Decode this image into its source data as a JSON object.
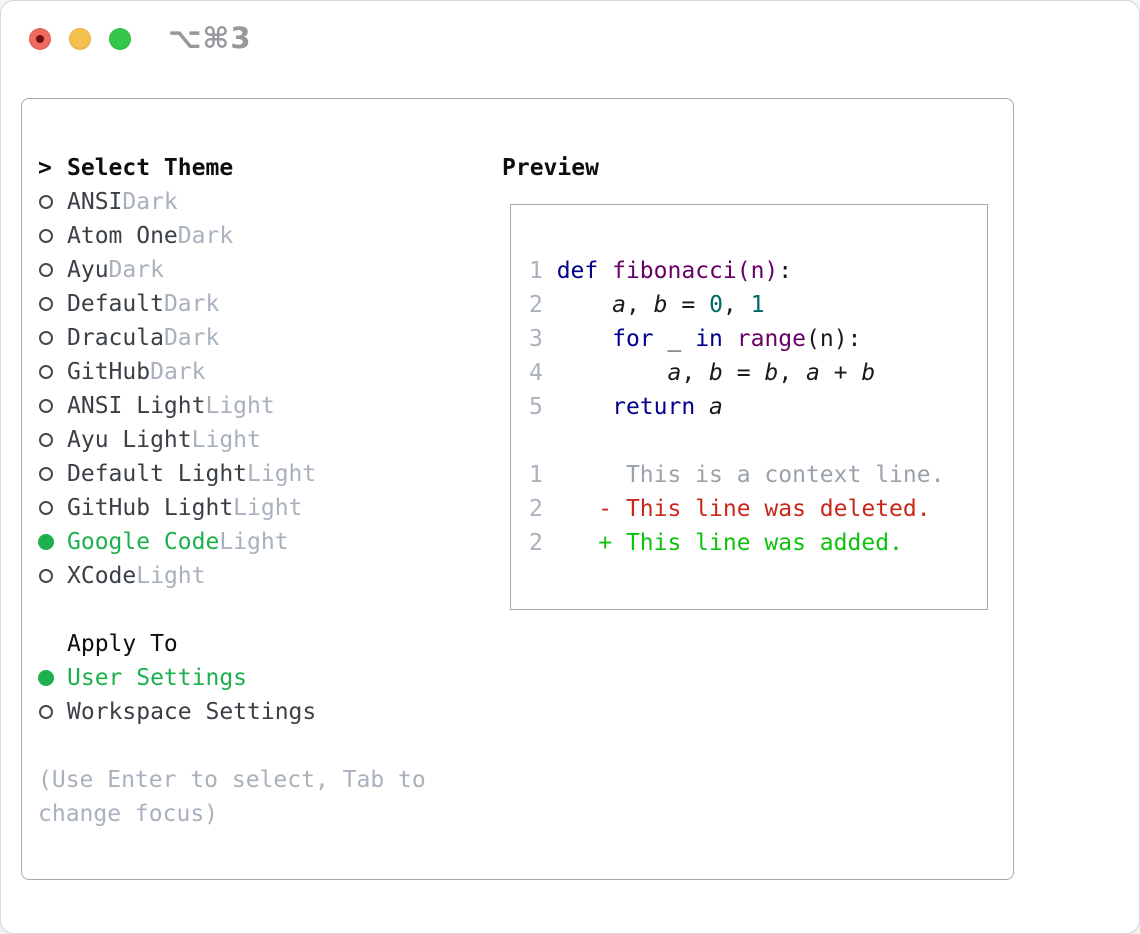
{
  "window": {
    "title": "⌥⌘3"
  },
  "colors": {
    "accent_green": "#1db04e",
    "diff_red": "#c9271a",
    "diff_green": "#0ec20e",
    "keyword_blue": "#00008b",
    "title_purple": "#660066",
    "number_teal": "#006666",
    "muted_gray": "#a9b1bc",
    "panel_border": "#a2aab4"
  },
  "theme_selector": {
    "header_marker": ">",
    "header": "Select Theme",
    "items": [
      {
        "label": "ANSI",
        "variant": "Dark",
        "selected": false
      },
      {
        "label": "Atom One",
        "variant": "Dark",
        "selected": false
      },
      {
        "label": "Ayu",
        "variant": "Dark",
        "selected": false
      },
      {
        "label": "Default",
        "variant": "Dark",
        "selected": false
      },
      {
        "label": "Dracula",
        "variant": "Dark",
        "selected": false
      },
      {
        "label": "GitHub",
        "variant": "Dark",
        "selected": false
      },
      {
        "label": "ANSI Light",
        "variant": "Light",
        "selected": false
      },
      {
        "label": "Ayu Light",
        "variant": "Light",
        "selected": false
      },
      {
        "label": "Default Light",
        "variant": "Light",
        "selected": false
      },
      {
        "label": "GitHub Light",
        "variant": "Light",
        "selected": false
      },
      {
        "label": "Google Code",
        "variant": "Light",
        "selected": true
      },
      {
        "label": "XCode",
        "variant": "Light",
        "selected": false
      }
    ]
  },
  "apply_to": {
    "header": "Apply To",
    "options": [
      {
        "label": "User Settings",
        "selected": true
      },
      {
        "label": "Workspace Settings",
        "selected": false
      }
    ]
  },
  "hint": "(Use Enter to select, Tab to change focus)",
  "preview": {
    "header": "Preview",
    "code_lines": [
      {
        "number": "1",
        "tokens": [
          {
            "text": "def",
            "style": "keyword"
          },
          {
            "text": " ",
            "style": "plain"
          },
          {
            "text": "fibonacci(n)",
            "style": "title"
          },
          {
            "text": ":",
            "style": "plain"
          }
        ]
      },
      {
        "number": "2",
        "tokens": [
          {
            "text": "    ",
            "style": "plain"
          },
          {
            "text": "a",
            "style": "variable"
          },
          {
            "text": ", ",
            "style": "plain"
          },
          {
            "text": "b",
            "style": "variable"
          },
          {
            "text": " = ",
            "style": "plain"
          },
          {
            "text": "0",
            "style": "number"
          },
          {
            "text": ", ",
            "style": "plain"
          },
          {
            "text": "1",
            "style": "number"
          }
        ]
      },
      {
        "number": "3",
        "tokens": [
          {
            "text": "    ",
            "style": "plain"
          },
          {
            "text": "for",
            "style": "keyword"
          },
          {
            "text": " _ ",
            "style": "plain"
          },
          {
            "text": "in",
            "style": "keyword"
          },
          {
            "text": " ",
            "style": "plain"
          },
          {
            "text": "range",
            "style": "title"
          },
          {
            "text": "(n):",
            "style": "plain"
          }
        ]
      },
      {
        "number": "4",
        "tokens": [
          {
            "text": "        ",
            "style": "plain"
          },
          {
            "text": "a",
            "style": "variable"
          },
          {
            "text": ", ",
            "style": "plain"
          },
          {
            "text": "b",
            "style": "variable"
          },
          {
            "text": " = ",
            "style": "plain"
          },
          {
            "text": "b",
            "style": "variable"
          },
          {
            "text": ", ",
            "style": "plain"
          },
          {
            "text": "a",
            "style": "variable"
          },
          {
            "text": " + ",
            "style": "plain"
          },
          {
            "text": "b",
            "style": "variable"
          }
        ]
      },
      {
        "number": "5",
        "tokens": [
          {
            "text": "    ",
            "style": "plain"
          },
          {
            "text": "return",
            "style": "keyword"
          },
          {
            "text": " ",
            "style": "plain"
          },
          {
            "text": "a",
            "style": "variable"
          }
        ]
      }
    ],
    "diff_lines": [
      {
        "number": "1",
        "kind": "context",
        "text": "     This is a context line."
      },
      {
        "number": "2",
        "kind": "deletion",
        "text": "   - This line was deleted."
      },
      {
        "number": "2",
        "kind": "addition",
        "text": "   + This line was added."
      }
    ]
  }
}
